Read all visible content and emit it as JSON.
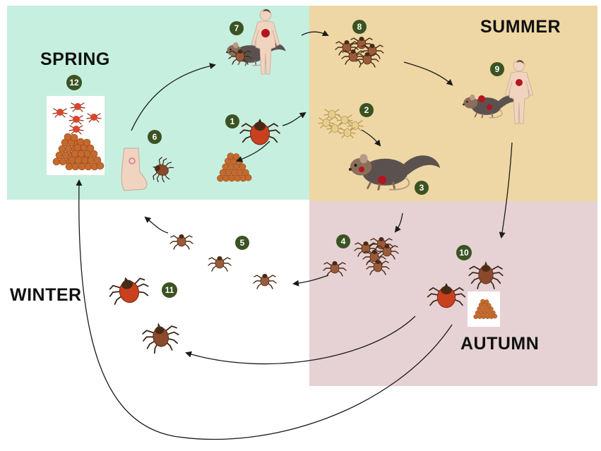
{
  "seasons": {
    "spring": "SPRING",
    "summer": "SUMMER",
    "autumn": "AUTUMN",
    "winter": "WINTER"
  },
  "steps": [
    "1",
    "2",
    "3",
    "4",
    "5",
    "6",
    "7",
    "8",
    "9",
    "10",
    "11",
    "12"
  ],
  "colors": {
    "spring_bg": "#c6efe0",
    "summer_bg": "#eed7a4",
    "autumn_bg": "#e6d2d4",
    "winter_bg": "#ffffff",
    "badge": "#3b5323",
    "tick_body": "#8b4a2b",
    "tick_red": "#c8401e",
    "egg": "#c56a2c",
    "rodent": "#5b5250",
    "human_skin": "#f0d4c0",
    "bite_mark": "#b3151f"
  },
  "icons": [
    "tick-icon",
    "larva-cluster-icon",
    "egg-mass-icon",
    "rodent-icon",
    "human-icon",
    "foot-icon",
    "arrow-icon"
  ]
}
